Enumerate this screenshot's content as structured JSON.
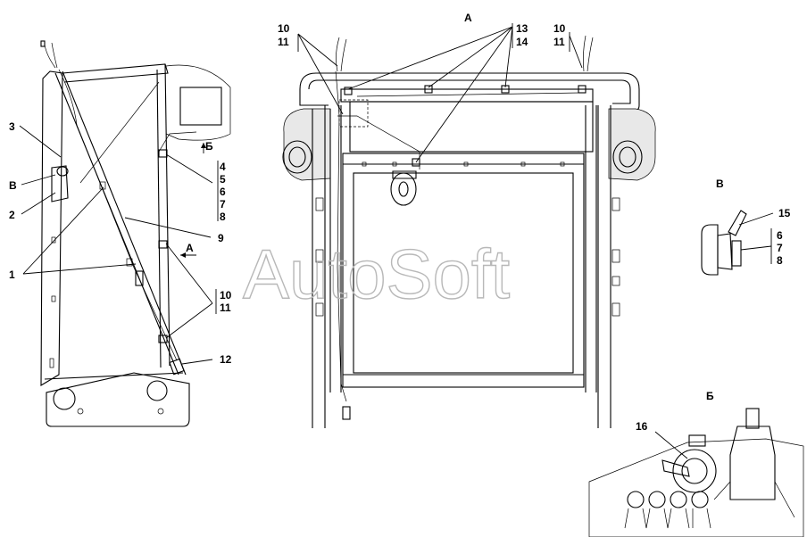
{
  "views": {
    "main": {
      "title": "А"
    },
    "detail_v": {
      "title": "В"
    },
    "detail_b": {
      "title": "Б"
    }
  },
  "arrows": {
    "b_marker": "Б",
    "a_marker": "А"
  },
  "callouts": {
    "c1": "1",
    "c2": "2",
    "c3": "3",
    "cV": "В",
    "c4": "4",
    "c5": "5",
    "c6": "6",
    "c7": "7",
    "c8": "8",
    "c9": "9",
    "c10": "10",
    "c11": "11",
    "c12": "12",
    "a10": "10",
    "a11": "11",
    "a13": "13",
    "a14": "14",
    "b10": "10",
    "b11": "11",
    "c15": "15",
    "v6": "6",
    "v7": "7",
    "v8": "8",
    "c16": "16"
  },
  "watermark": "AutoSoft"
}
